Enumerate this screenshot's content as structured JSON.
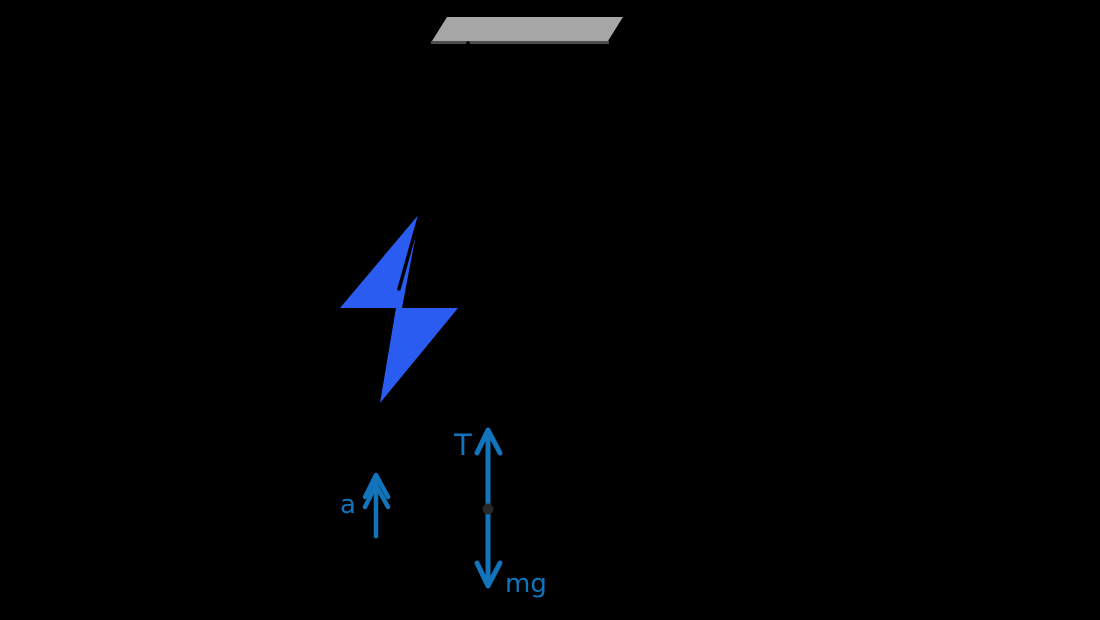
{
  "scene": {
    "title": "hanging-lightning-bolt-free-body-diagram",
    "background_color": "#000000",
    "ceiling": {
      "name": "ceiling",
      "fill": "#A6A6A6",
      "edge_color": "#4E4E4E"
    },
    "thread": {
      "name": "thread",
      "color": "#000000"
    },
    "bolt": {
      "name": "lightning-bolt",
      "fill": "#2A5CF2"
    },
    "fbd": {
      "arrow_color": "#1274BB",
      "dot_color": "#282828",
      "labels": {
        "tension": "T",
        "acceleration": "a",
        "weight": "mg"
      }
    }
  }
}
